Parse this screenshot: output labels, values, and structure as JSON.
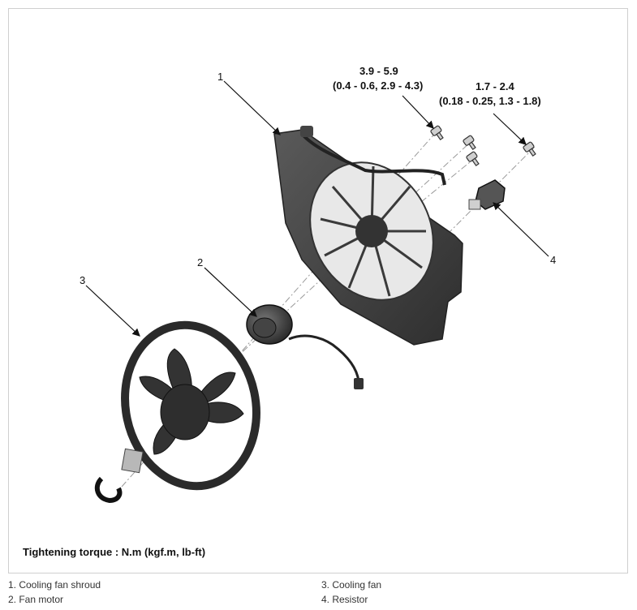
{
  "diagram": {
    "callouts": [
      "1",
      "2",
      "3",
      "4"
    ],
    "torque_spec_a": {
      "line1": "3.9 - 5.9",
      "line2": "(0.4 - 0.6, 2.9 - 4.3)"
    },
    "torque_spec_b": {
      "line1": "1.7 - 2.4",
      "line2": "(0.18 - 0.25, 1.3 - 1.8)"
    },
    "tightening_torque": "Tightening torque : N.m (kgf.m, lb-ft)"
  },
  "legend": {
    "left": [
      "1. Cooling fan shroud",
      "2. Fan motor"
    ],
    "right": [
      "3. Cooling fan",
      "4. Resistor"
    ]
  }
}
